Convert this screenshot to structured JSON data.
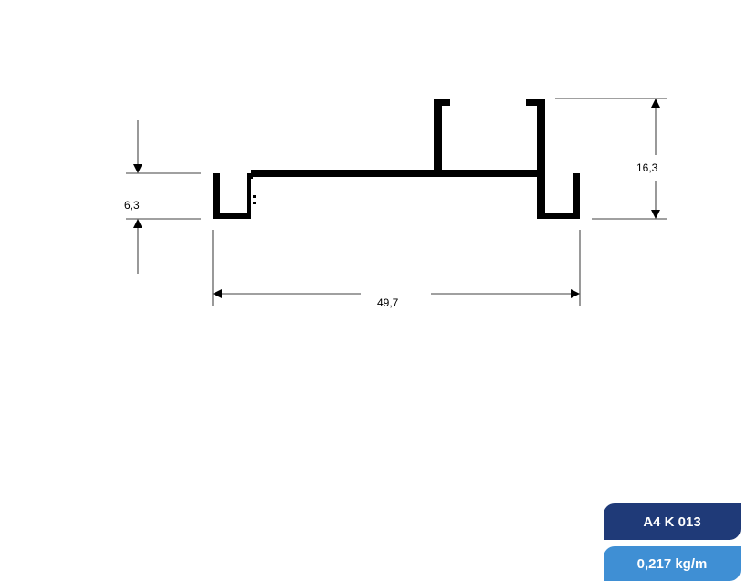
{
  "dimensions": {
    "height_left": "6,3",
    "height_right": "16,3",
    "width": "49,7"
  },
  "product": {
    "code": "A4 K 013",
    "weight": "0,217 kg/m"
  },
  "colors": {
    "code_badge": "#1f3a78",
    "weight_badge": "#3f8fd4",
    "profile": "#000000"
  }
}
